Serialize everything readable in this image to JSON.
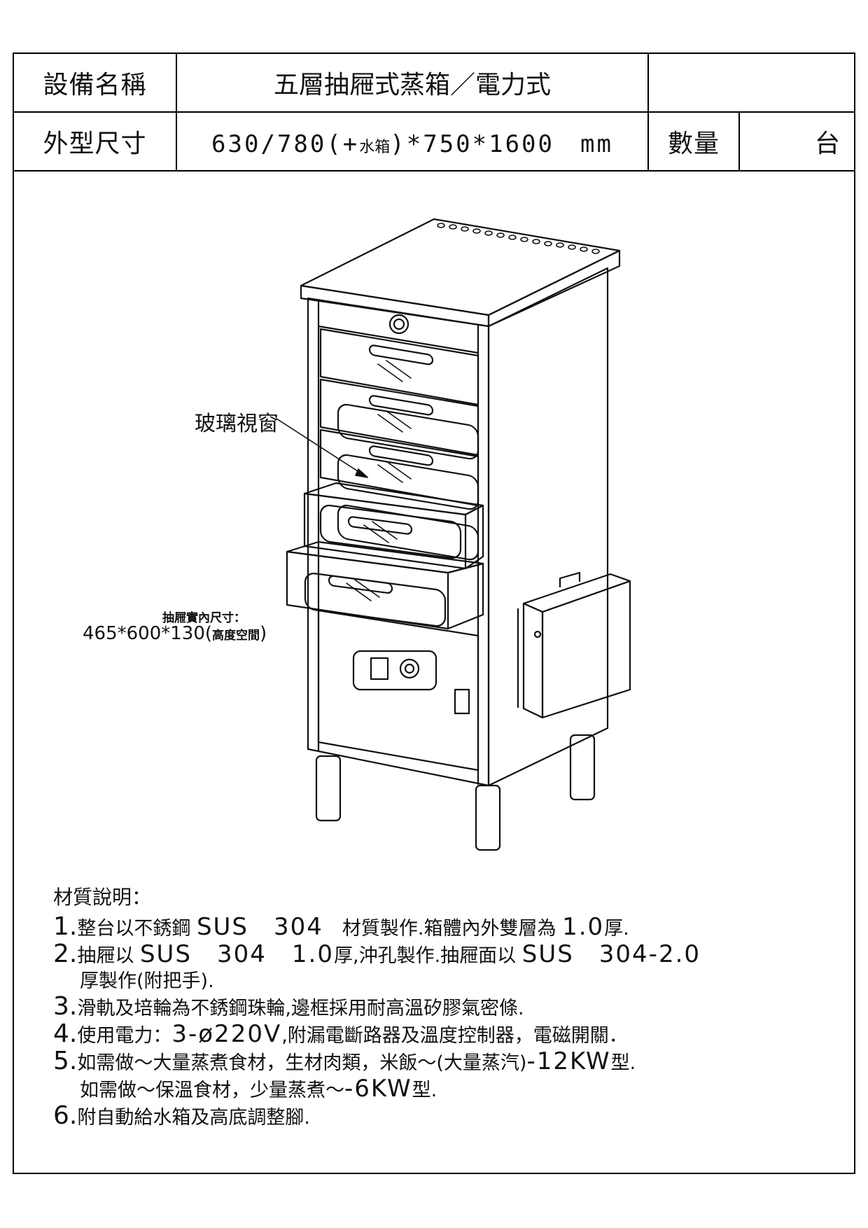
{
  "header": {
    "name_label": "設備名稱",
    "name_value": "五層抽屜式蒸箱／電力式",
    "size_label": "外型尺寸",
    "size_main": "630/780(+",
    "size_small": "水箱",
    "size_rest": ")*750*1600　mm",
    "qty_label": "數量",
    "qty_unit": "台"
  },
  "drawing": {
    "glass_callout": "玻璃視窗",
    "drawer_callout_title": "抽屜實內尺寸：",
    "drawer_callout_dims": "465*600*130(",
    "drawer_callout_small": "高度空間",
    "drawer_callout_close": ")"
  },
  "notes": {
    "title": "材質說明：",
    "items": [
      {
        "num": "1.",
        "a": "整台以不銹鋼 ",
        "b": "SUS　304",
        "c": "　材質製作.箱體內外雙層為 ",
        "d": "1.0",
        "e": "厚."
      },
      {
        "num": "2.",
        "a": "抽屜以 ",
        "b": "SUS　304　1.0",
        "c": "厚,沖孔製作.抽屜面以 ",
        "d": "SUS　304-2.0",
        "e": ""
      },
      {
        "a": "厚製作(附把手)."
      },
      {
        "num": "3.",
        "a": "滑軌及培輪為不銹鋼珠輪,邊框採用耐高溫矽膠氣密條."
      },
      {
        "num": "4.",
        "a": "使用電力：",
        "b": "3-ø220V",
        "c": ",附漏電斷路器及溫度控制器，電磁開關．"
      },
      {
        "num": "5.",
        "a": "如需做～大量蒸煮食材，生材肉類，米飯～(大量蒸汽)",
        "b": "-12KW",
        "c": "型."
      },
      {
        "a": "如需做～保溫食材，少量蒸煮～",
        "b": "-6KW",
        "c": "型."
      },
      {
        "num": "6.",
        "a": "附自動給水箱及高底調整腳."
      }
    ]
  }
}
